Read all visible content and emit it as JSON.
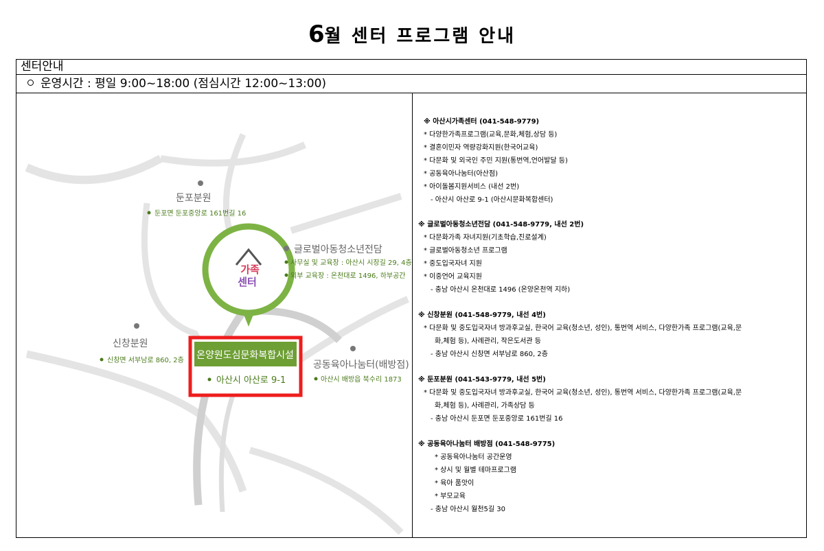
{
  "title": {
    "num": "6",
    "rest": "월 센터 프로그램 안내"
  },
  "header": {
    "label": "센터안내",
    "hours": "운영시간 : 평일 9:00~18:00 (점심시간 12:00~13:00)"
  },
  "map": {
    "logo_top": "가족",
    "logo_bottom": "센터",
    "dunpo": {
      "name": "둔포분원",
      "addr": "둔포면 둔포중앙로 161번길 16"
    },
    "global": {
      "name": "글로벌아동청소년전담",
      "addr1": "사무실 및 교육장 : 아산시 시장길 29, 4층",
      "addr2": "외부 교육장 : 온천대로 1496, 하부공간"
    },
    "sinchang": {
      "name": "신창분원",
      "addr": "신창면 서부남로 860, 2층"
    },
    "main": {
      "name": "온양원도심문화복합시설",
      "addr": "아산시 아산로 9-1"
    },
    "baebang": {
      "name": "공동육아나눔터(배방점)",
      "addr": "아산시 배방읍 북수리 1873"
    }
  },
  "sections": [
    {
      "head": "※ 아산시가족센터 (041-548-9779)",
      "items": [
        "* 다양한가족프로그램(교육,문화,체험,상담 등)",
        "* 결혼이민자 역량강화지원(한국어교육)",
        "* 다문화 및 외국인 주민 지원(통번역,언어발달 등)",
        "* 공동육아나눔터(아산점)",
        "* 아이돌봄지원서비스 (내선 2번)"
      ],
      "addr": "- 아산시 아산로 9-1 (아산시문화복합센터)"
    },
    {
      "head": "※ 글로벌아동청소년전담 (041-548-9779, 내선 2번)",
      "items": [
        "* 다문화가족 자녀지원(기초학습,진로설계)",
        "* 글로벌아동청소년 프로그램",
        "* 중도입국자녀 지원",
        "* 이중언어 교육지원"
      ],
      "addr": "- 충남 아산시 온천대로 1496 (온양온천역 지하)"
    },
    {
      "head": "※ 신창분원 (041-548-9779, 내선 4번)",
      "item": "* 다문화 및 중도입국자녀 방과후교실, 한국어 교육(청소년, 성인), 통번역 서비스, 다양한가족 프로그램(교육,문",
      "cont": "화,체험 등), 사례관리, 작은도서관 등",
      "addr": "- 충남 아산시 신창면 서부남로 860, 2층"
    },
    {
      "head": "※ 둔포분원 (041-543-9779, 내선 5번)",
      "item": "* 다문화 및 중도입국자녀 방과후교실, 한국어 교육(청소년, 성인), 통번역 서비스, 다양한가족 프로그램(교육,문",
      "cont": "화,체험 등), 사례관리, 가족상담 등",
      "addr": "- 충남 아산시 둔포면 둔포중앙로 161번길 16"
    },
    {
      "head": "※ 공동육아나눔터 배방점 (041-548-9775)",
      "items": [
        "* 공동육아나눔터 공간운영",
        "* 상시 및 월별 테마프로그램",
        "* 육아 품앗이",
        "* 부모교육"
      ],
      "addr": "- 충남 아산시 월천5길 30"
    }
  ]
}
